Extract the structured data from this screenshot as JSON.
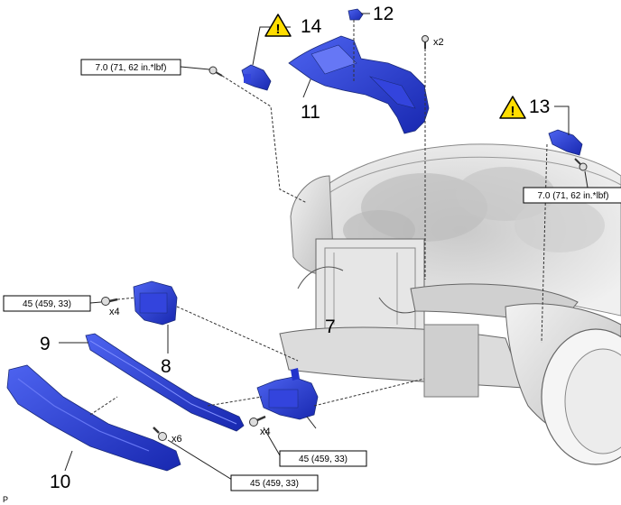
{
  "part_numbers": [
    "7",
    "8",
    "9",
    "10",
    "11",
    "12",
    "13",
    "14"
  ],
  "torque_labels": [
    "7.0 (71, 62 in.*lbf)",
    "7.0 (71, 62 in.*lbf)",
    "45 (459, 33)",
    "45 (459, 33)",
    "45 (459, 33)"
  ],
  "quantities": [
    "x2",
    "x4",
    "x4",
    "x6"
  ],
  "warning_icons": [
    "caution-triangle",
    "caution-triangle"
  ],
  "corner_label": "P",
  "colors": {
    "part_blue": "#2233cc",
    "part_light": "#5566ee",
    "car_gray": "#d8d8d8"
  }
}
